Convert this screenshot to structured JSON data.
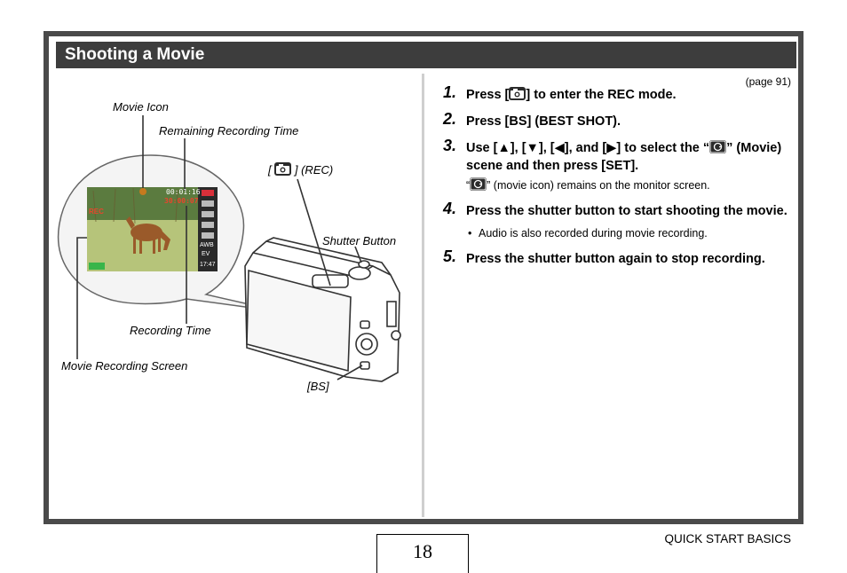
{
  "header": {
    "title": "Shooting a Movie"
  },
  "page_ref": "(page 91)",
  "figure": {
    "labels": {
      "movie_icon": "Movie Icon",
      "remaining_time": "Remaining Recording Time",
      "rec": "] (REC)",
      "rec_open": "[",
      "shutter_button": "Shutter Button",
      "recording_time": "Recording Time",
      "movie_screen": "Movie Recording Screen",
      "bs": "[BS]"
    },
    "screen": {
      "timer": "00:01:16",
      "remaining": "30:00:07",
      "rec_indicator": "REC",
      "clock": "17:47",
      "awb": "AWB",
      "ev": "EV"
    }
  },
  "steps": [
    {
      "num": "1.",
      "pre": "Press [",
      "post": "] to enter the REC mode."
    },
    {
      "num": "2.",
      "text": "Press [BS] (BEST SHOT)."
    },
    {
      "num": "3.",
      "pre": "Use [▲], [▼], [◀], and [▶] to select the “",
      "post": "” (Movie) scene and then press [SET].",
      "note_pre": "“",
      "note_post": "” (movie icon) remains on the monitor screen."
    },
    {
      "num": "4.",
      "text": "Press the shutter button to start shooting the movie.",
      "bullet": "Audio is also recorded during movie recording."
    },
    {
      "num": "5.",
      "text": "Press the shutter button again to stop recording."
    }
  ],
  "footer": {
    "page_number": "18",
    "section": "QUICK START BASICS"
  },
  "colors": {
    "frame": "#4a4a4a",
    "title_bar": "#3d3d3d",
    "divider": "#cfcfcf"
  }
}
